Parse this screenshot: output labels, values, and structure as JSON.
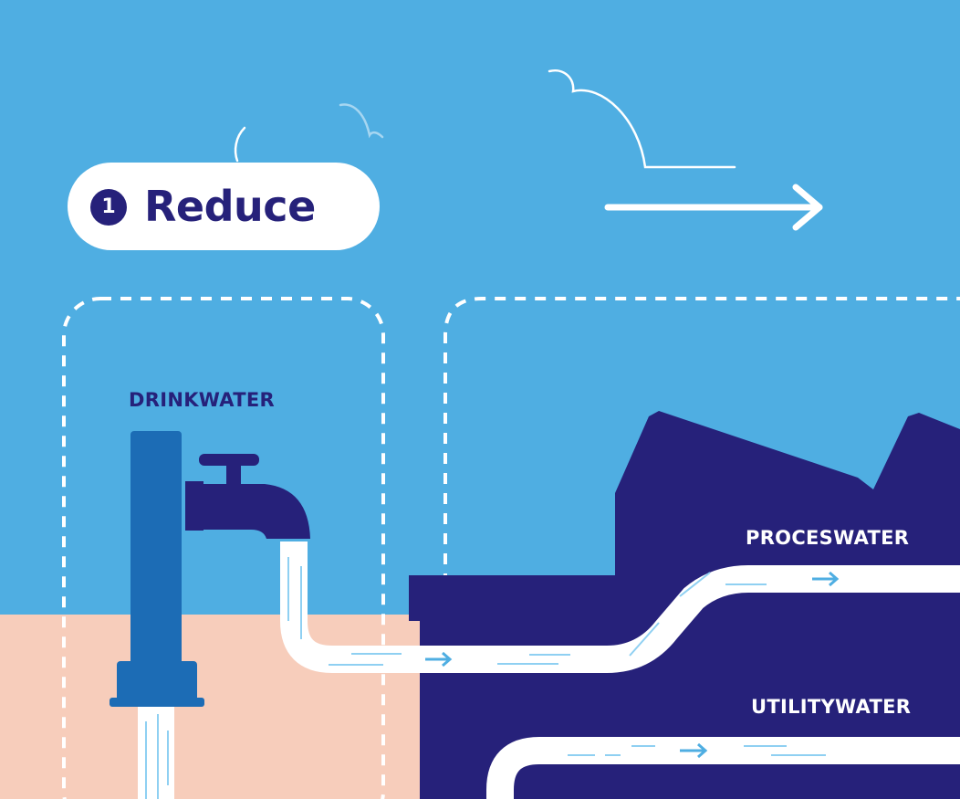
{
  "step": {
    "number": "1",
    "title": "Reduce"
  },
  "labels": {
    "drinkwater": "DRINKWATER",
    "proceswater": "PROCESWATER",
    "utilitywater": "UTILITYWATER"
  },
  "colors": {
    "sky": "#4faee2",
    "ground": "#f7cdbb",
    "navy": "#26217a",
    "tap_blue": "#1c6cb5",
    "white": "#ffffff",
    "flow_light_blue": "#8fd0f2"
  },
  "icons": [
    "right-arrow-icon",
    "water-tap-icon",
    "factory-icon",
    "cloud-icon",
    "bird-icon",
    "flow-arrow-icon"
  ]
}
